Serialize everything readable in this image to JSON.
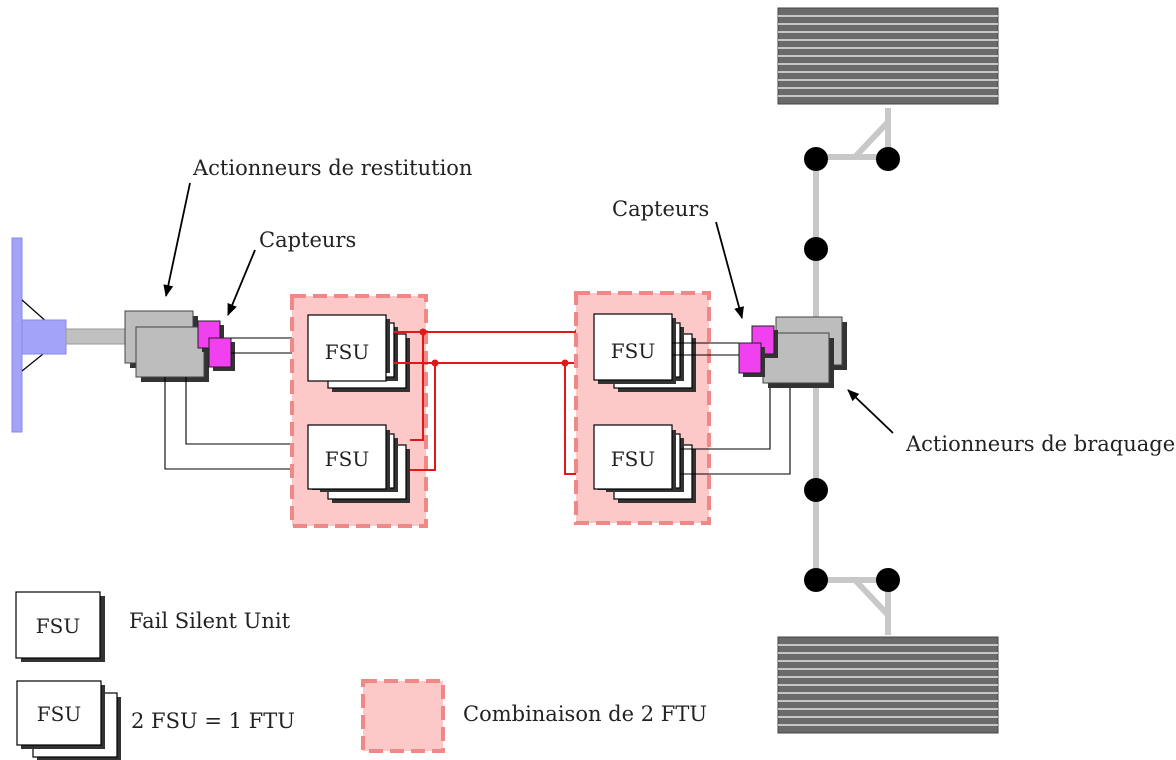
{
  "labels": {
    "restitution_actuators": "Actionneurs de restitution",
    "sensors_left": "Capteurs",
    "sensors_right": "Capteurs",
    "steering_actuators": "Actionneurs de braquage"
  },
  "units": {
    "fsu_label": "FSU"
  },
  "legend": {
    "fsu_text": "Fail Silent Unit",
    "ftu_text": "2 FSU = 1 FTU",
    "combo_text": "Combinaison de 2 FTU"
  },
  "colors": {
    "combo_fill": "#fcc8c8",
    "combo_border": "#f08888",
    "sensor": "#f040f0",
    "actuator": "#bdbdbd",
    "network": "#e01818",
    "wheel_column": "#9f9ff5",
    "axle": "#c8c8c8",
    "tire": "#6a6a6a"
  }
}
